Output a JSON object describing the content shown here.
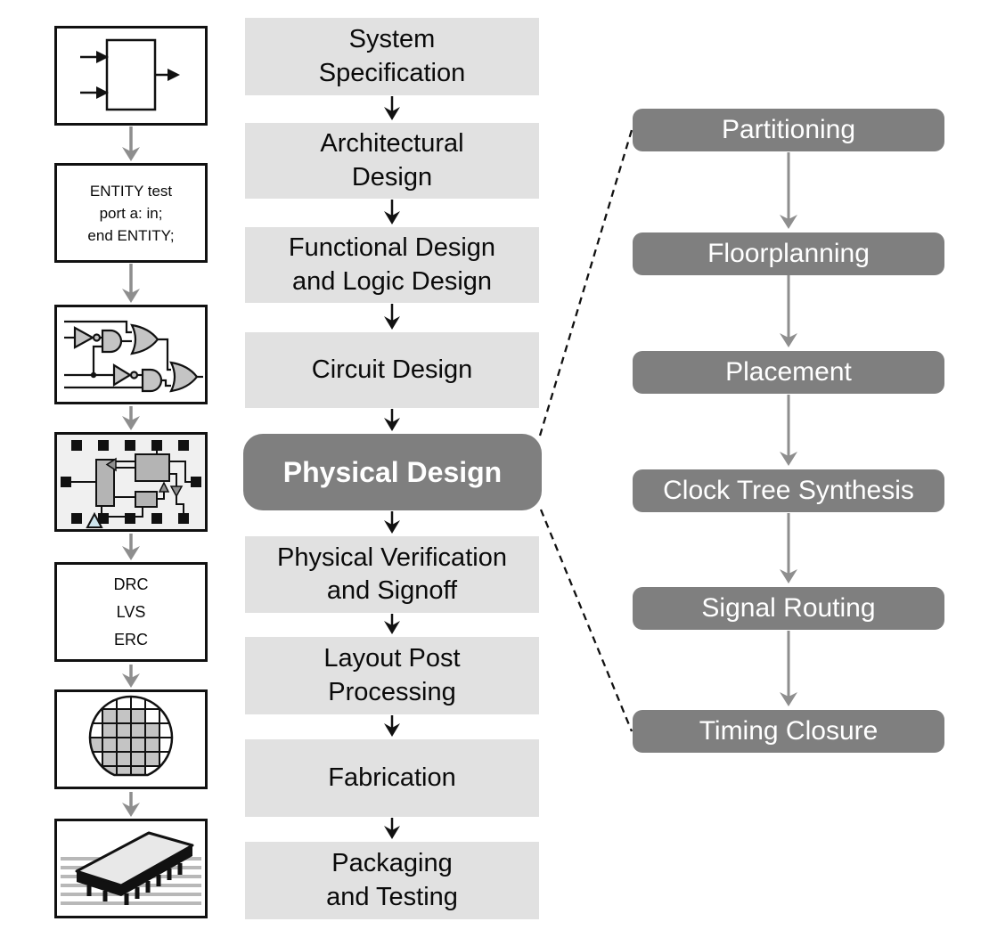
{
  "colors": {
    "light_box": "#e1e1e1",
    "dark_box": "#7f7f7f",
    "box_text_dark": "#0a0a0a",
    "box_text_light": "#ffffff",
    "arrow_gray": "#8e8e8e",
    "arrow_black": "#111111",
    "layout_background": "#f0f0f0",
    "macro_gray": "#b4b4b4",
    "gate_gray": "#c4c4c4",
    "die_gray": "#c4c4c4",
    "pad_black": "#111111",
    "triangle_blue": "#cde4ec"
  },
  "left_column": {
    "hdl_code": "ENTITY test\nport a: in;\nend ENTITY;",
    "verification_checks": "DRC\nLVS\nERC",
    "icons": [
      "block-diagram-icon",
      "hdl-code-text",
      "gate-schematic-icon",
      "chip-layout-icon",
      "verification-checks-text",
      "wafer-icon",
      "packaged-chip-icon"
    ]
  },
  "main_flow": {
    "steps": [
      {
        "label": "System\nSpecification",
        "highlighted": false
      },
      {
        "label": "Architectural\nDesign",
        "highlighted": false
      },
      {
        "label": "Functional Design\nand Logic Design",
        "highlighted": false
      },
      {
        "label": "Circuit Design",
        "highlighted": false
      },
      {
        "label": "Physical Design",
        "highlighted": true
      },
      {
        "label": "Physical Verification\nand Signoff",
        "highlighted": false
      },
      {
        "label": "Layout Post\nProcessing",
        "highlighted": false
      },
      {
        "label": "Fabrication",
        "highlighted": false
      },
      {
        "label": "Packaging\nand Testing",
        "highlighted": false
      }
    ]
  },
  "physical_design_substeps": {
    "steps": [
      {
        "label": "Partitioning"
      },
      {
        "label": "Floorplanning"
      },
      {
        "label": "Placement"
      },
      {
        "label": "Clock Tree Synthesis"
      },
      {
        "label": "Signal Routing"
      },
      {
        "label": "Timing Closure"
      }
    ]
  }
}
